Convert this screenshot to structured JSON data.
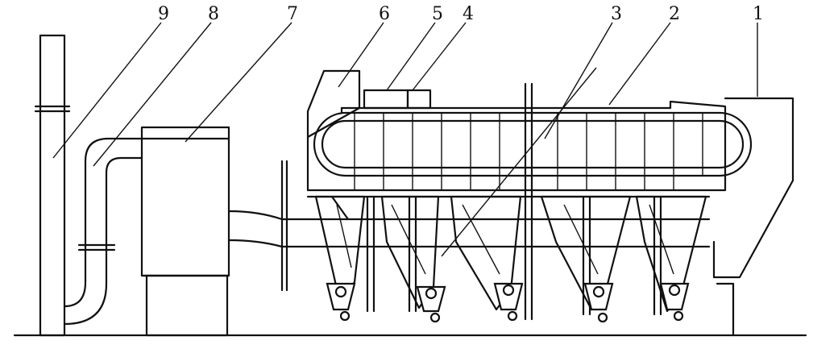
{
  "diagram": {
    "callouts": [
      {
        "id": "c9",
        "label": "9"
      },
      {
        "id": "c8",
        "label": "8"
      },
      {
        "id": "c7",
        "label": "7"
      },
      {
        "id": "c6",
        "label": "6"
      },
      {
        "id": "c5",
        "label": "5"
      },
      {
        "id": "c4",
        "label": "4"
      },
      {
        "id": "c3",
        "label": "3"
      },
      {
        "id": "c2",
        "label": "2"
      },
      {
        "id": "c1",
        "label": "1"
      }
    ]
  }
}
